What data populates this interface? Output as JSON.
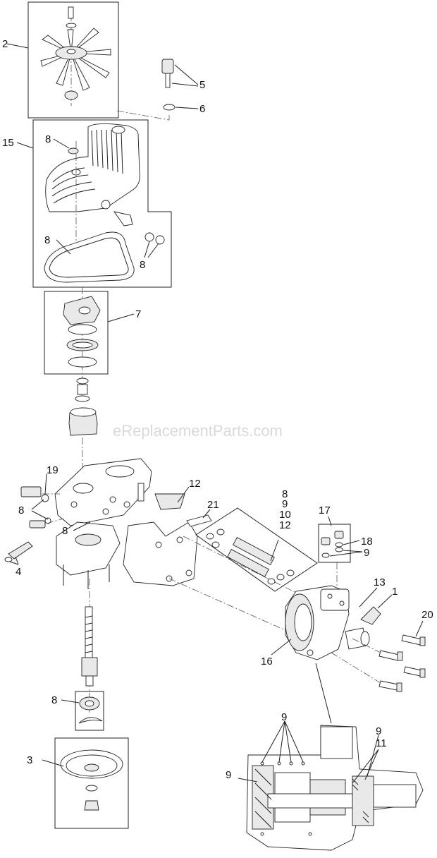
{
  "watermark": "eReplacementParts.com",
  "callouts": {
    "c2": "2",
    "c5": "5",
    "c6": "6",
    "c15": "15",
    "c8a": "8",
    "c8b": "8",
    "c8c": "8",
    "c7": "7",
    "c19": "19",
    "c8d": "8",
    "c8e": "8",
    "c4": "4",
    "c12a": "12",
    "c21": "21",
    "c8f": "8",
    "c9a": "9",
    "c10": "10",
    "c12b": "12",
    "c17": "17",
    "c18": "18",
    "c9b": "9",
    "c13": "13",
    "c1": "1",
    "c20": "20",
    "c16": "16",
    "c8g": "8",
    "c3": "3",
    "c9c": "9",
    "c9d": "9",
    "c11": "11",
    "c9e": "9"
  }
}
